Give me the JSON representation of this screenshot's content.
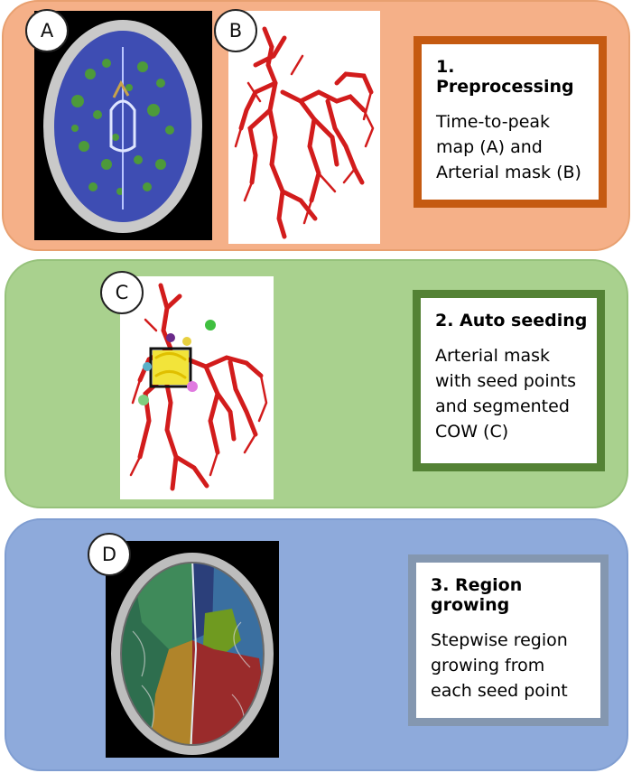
{
  "panels": [
    {
      "badges": [
        "A",
        "B"
      ],
      "title": "1. Preprocessing",
      "text": "Time-to-peak map (A) and Arterial mask (B)"
    },
    {
      "badges": [
        "C"
      ],
      "title": "2. Auto seeding",
      "text": "Arterial mask with seed points and segmented COW (C)"
    },
    {
      "badges": [
        "D"
      ],
      "title": "3. Region growing",
      "text": "Stepwise region growing from each seed point"
    }
  ],
  "colors": {
    "panel_1_fill": "#f5b088",
    "panel_1_border": "#c55a11",
    "panel_2_fill": "#a9d18e",
    "panel_2_border": "#548235",
    "panel_3_fill": "#8eaadb",
    "panel_3_border": "#8497b0",
    "vessel": "#d21c1c"
  }
}
